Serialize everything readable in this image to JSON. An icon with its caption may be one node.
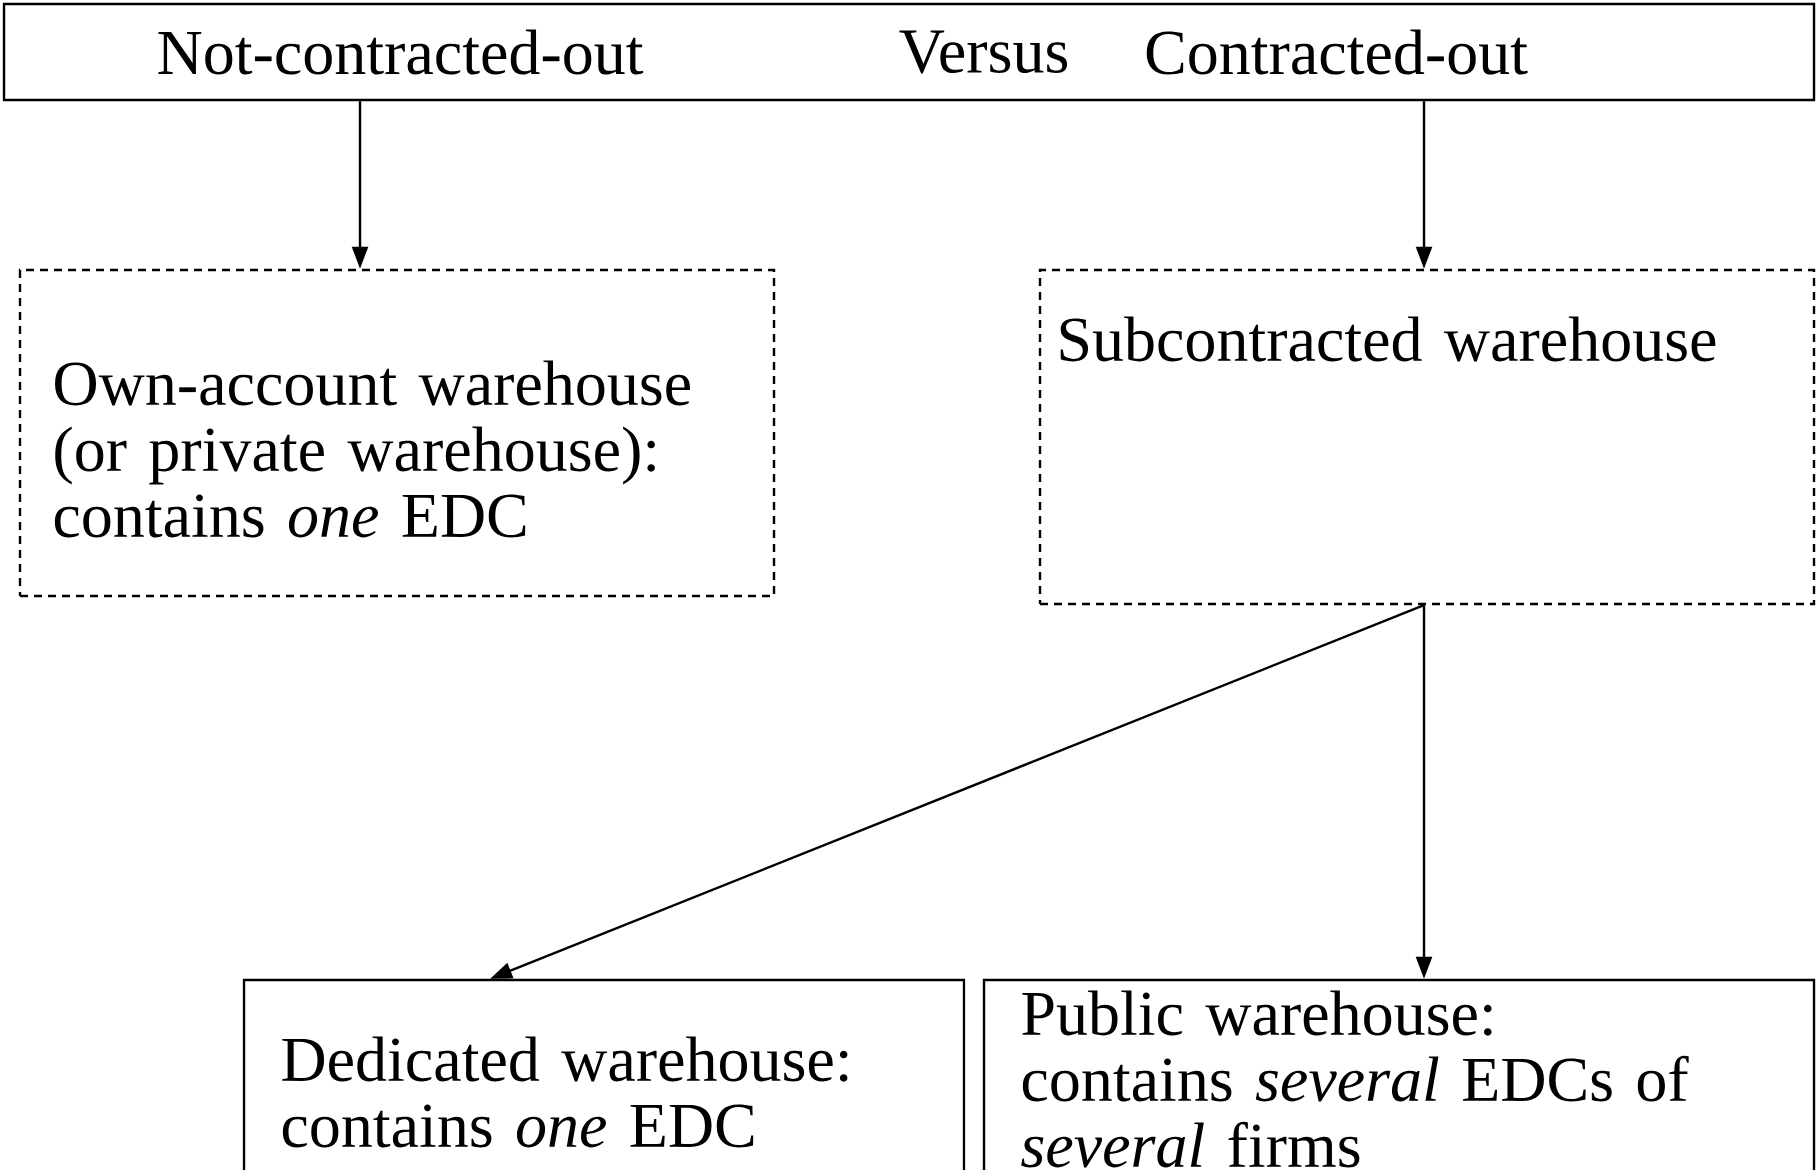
{
  "diagram": {
    "nodes": [
      {
        "text": [
          "Not-contracted-out",
          "Versus",
          "Contracted-out"
        ]
      },
      {
        "text": [
          "Own-account warehouse (or private warehouse): contains *one* EDC"
        ]
      },
      {
        "text": [
          "Subcontracted warehouse"
        ]
      },
      {
        "text": [
          "Dedicated warehouse: contains *one* EDC"
        ]
      },
      {
        "text": [
          "Public warehouse: contains *several* EDCs of *several* firms"
        ]
      }
    ],
    "edges": [
      {
        "from": 0,
        "to": 1,
        "arrow": "to"
      },
      {
        "from": 0,
        "to": 2,
        "arrow": "to"
      },
      {
        "from": 2,
        "to": 3,
        "arrow": "to"
      },
      {
        "from": 2,
        "to": 4,
        "arrow": "to"
      }
    ]
  }
}
